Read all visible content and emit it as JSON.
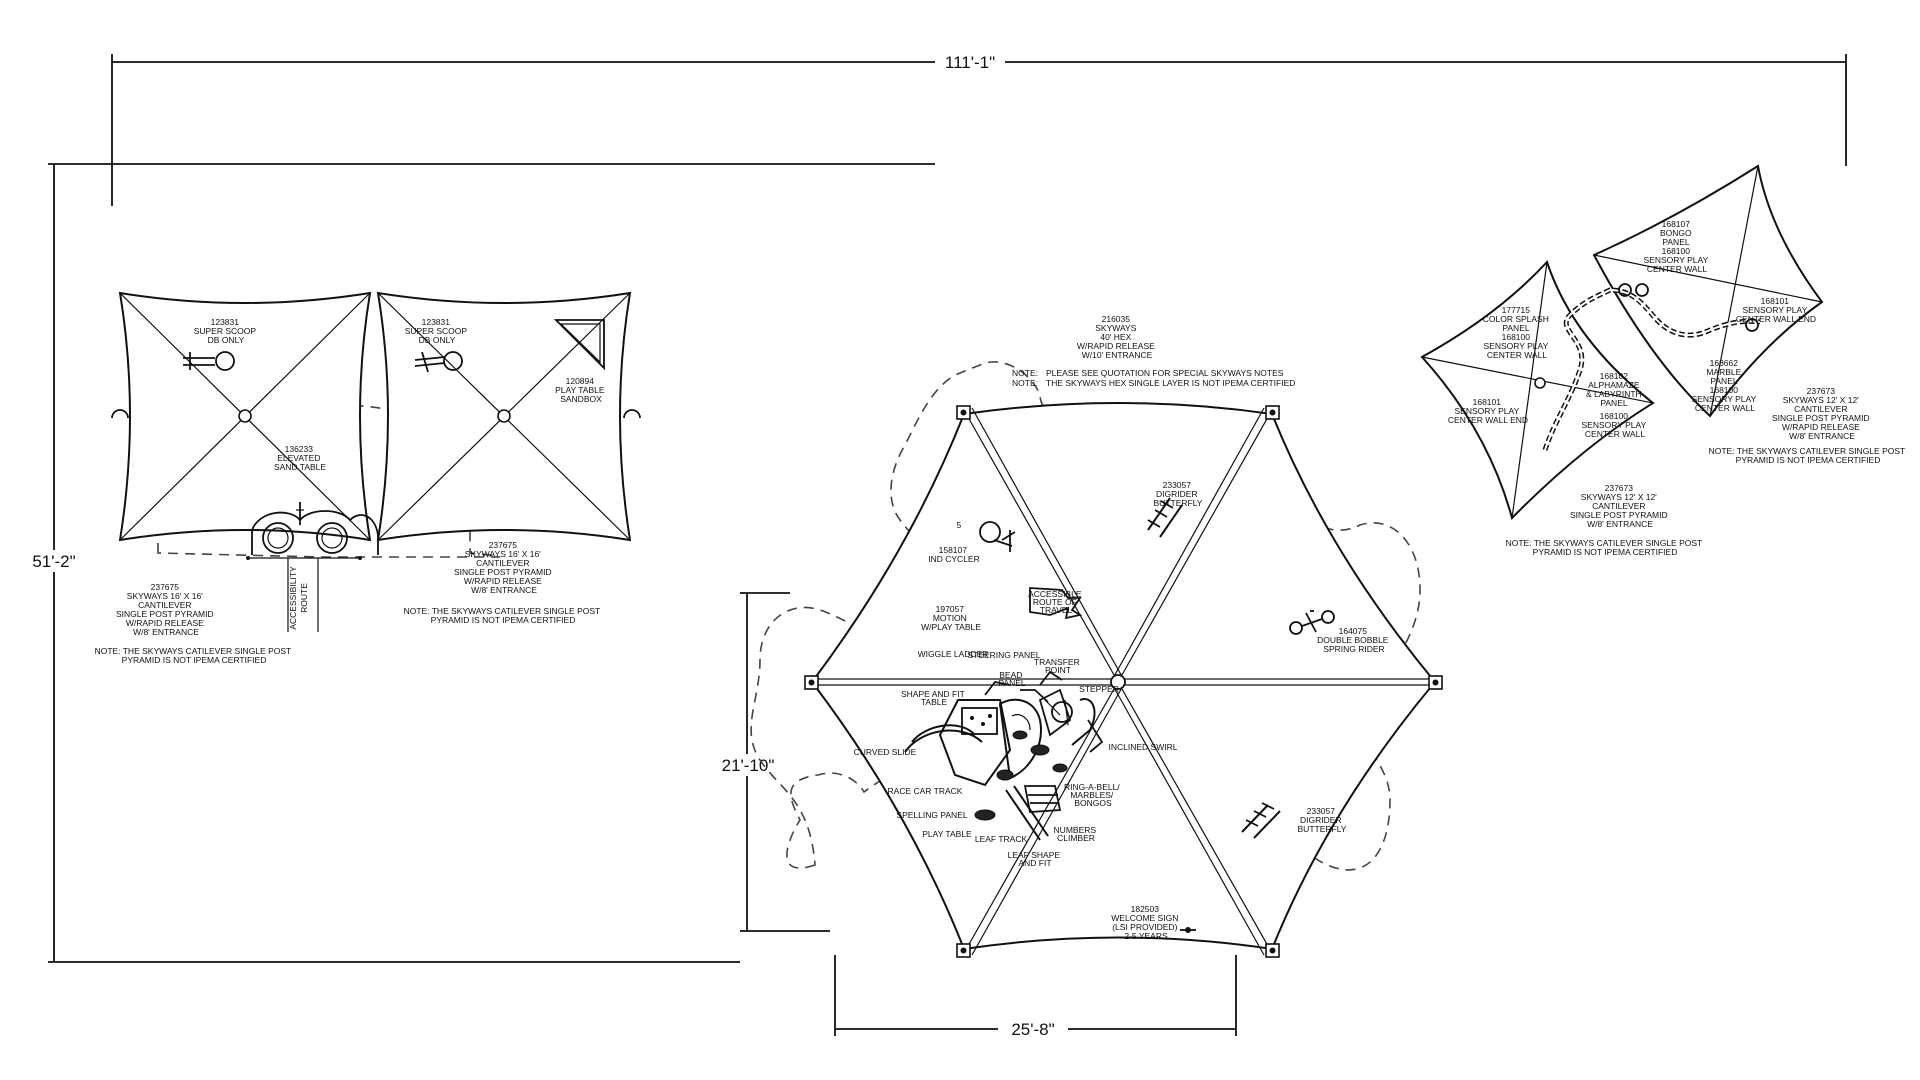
{
  "dimensions": {
    "overall_width": "111'-1\"",
    "overall_depth": "51'-2\"",
    "hex_depth": "21'-10\"",
    "hex_width": "25'-8\""
  },
  "left_structure": {
    "left_canopy_label": [
      "237675",
      "SKYWAYS 16' X 16'",
      "CANTILEVER",
      "SINGLE POST PYRAMID",
      "W/RAPID RELEASE",
      "W/8' ENTRANCE"
    ],
    "left_canopy_note": [
      "NOTE:  THE SKYWAYS CATILEVER SINGLE POST",
      "PYRAMID IS NOT IPEMA CERTIFIED"
    ],
    "right_canopy_label": [
      "237675",
      "SKYWAYS 16' X 16'",
      "CANTILEVER",
      "SINGLE POST PYRAMID",
      "W/RAPID RELEASE",
      "W/8' ENTRANCE"
    ],
    "right_canopy_note": [
      "NOTE:  THE SKYWAYS CATILEVER SINGLE POST",
      "PYRAMID IS NOT IPEMA CERTIFIED"
    ],
    "scoop_1": [
      "123831",
      "SUPER SCOOP",
      "DB ONLY"
    ],
    "scoop_2": [
      "123831",
      "SUPER SCOOP",
      "DB ONLY"
    ],
    "sandbox": [
      "120894",
      "PLAY TABLE",
      "SANDBOX"
    ],
    "sand_table": [
      "136233",
      "ELEVATED",
      "SAND TABLE"
    ],
    "accessibility_route": [
      "ACCESSIBILITY",
      "ROUTE"
    ]
  },
  "hex_structure": {
    "title": [
      "216035",
      "SKYWAYS",
      "40' HEX",
      "W/RAPID RELEASE",
      "W/10' ENTRANCE"
    ],
    "notes": [
      {
        "tag": "NOTE:",
        "text": "PLEASE SEE QUOTATION FOR SPECIAL SKYWAYS NOTES"
      },
      {
        "tag": "NOTE:",
        "text": "THE SKYWAYS HEX SINGLE LAYER IS NOT IPEMA CERTIFIED"
      }
    ],
    "digrider_top": [
      "233057",
      "DIGRIDER",
      "BUTTERFLY"
    ],
    "digrider_bottom": [
      "233057",
      "DIGRIDER",
      "BUTTERFLY"
    ],
    "double_bobble": [
      "164075",
      "DOUBLE BOBBLE",
      "SPRING RIDER"
    ],
    "ind_cycler": [
      "5",
      "158107",
      "IND CYCLER"
    ],
    "motion_table": [
      "197057",
      "MOTION",
      "W/PLAY TABLE"
    ],
    "accessible_route": [
      "ACCESSIBLE",
      "ROUTE OF",
      "TRAVEL"
    ],
    "welcome_sign": [
      "182503",
      "WELCOME SIGN",
      "(LSI PROVIDED)",
      "2-5 YEARS"
    ],
    "components": {
      "wiggle_ladder": "WIGGLE LADDER",
      "steering_panel": "STEERING PANEL",
      "transfer_point": [
        "TRANSFER",
        "POINT"
      ],
      "bead_panel": [
        "BEAD",
        "PANEL"
      ],
      "stepper": "STEPPER",
      "shape_fit_table": [
        "SHAPE AND FIT",
        "TABLE"
      ],
      "curved_slide": "CURVED SLIDE",
      "inclined_swirl": "INCLINED SWIRL",
      "race_car_track": "RACE CAR TRACK",
      "ring_a_bell": [
        "RING-A-BELL/",
        "MARBLES/",
        "BONGOS"
      ],
      "spelling_panel": "SPELLING PANEL",
      "play_table": "PLAY TABLE",
      "numbers_climber": [
        "NUMBERS",
        "CLIMBER"
      ],
      "leaf_track": "LEAF TRACK",
      "leaf_shape_fit": [
        "LEAF SHAPE",
        "AND FIT"
      ]
    }
  },
  "right_structure": {
    "left_canopy_label": [
      "237673",
      "SKYWAYS 12' X 12'",
      "CANTILEVER",
      "SINGLE POST PYRAMID",
      "W/8' ENTRANCE"
    ],
    "left_canopy_note": [
      "NOTE:  THE SKYWAYS CATILEVER SINGLE POST",
      "PYRAMID IS NOT IPEMA CERTIFIED"
    ],
    "right_canopy_label": [
      "237673",
      "SKYWAYS 12' X 12'",
      "CANTILEVER",
      "SINGLE POST PYRAMID",
      "W/RAPID RELEASE",
      "W/8' ENTRANCE"
    ],
    "right_canopy_note": [
      "NOTE:  THE SKYWAYS CATILEVER SINGLE POST",
      "PYRAMID IS NOT IPEMA CERTIFIED"
    ],
    "bongo_panel": [
      "168107",
      "BONGO",
      "PANEL",
      "168100",
      "SENSORY PLAY",
      "CENTER WALL"
    ],
    "color_splash": [
      "177715",
      "COLOR SPLASH",
      "PANEL",
      "168100",
      "SENSORY PLAY",
      "CENTER WALL"
    ],
    "wall_end_left": [
      "168101",
      "SENSORY PLAY",
      "CENTER WALL END"
    ],
    "alphamaze": [
      "168102",
      "ALPHAMAZE",
      "& LABYRINTH",
      "PANEL",
      "168100",
      "SENSORY PLAY",
      "CENTER WALL"
    ],
    "wall_end_right": [
      "168101",
      "SENSORY PLAY",
      "CENTER WALL END"
    ],
    "marble_panel": [
      "168662",
      "MARBLE",
      "PANEL",
      "168100",
      "SENSORY PLAY",
      "CENTER WALL"
    ]
  }
}
